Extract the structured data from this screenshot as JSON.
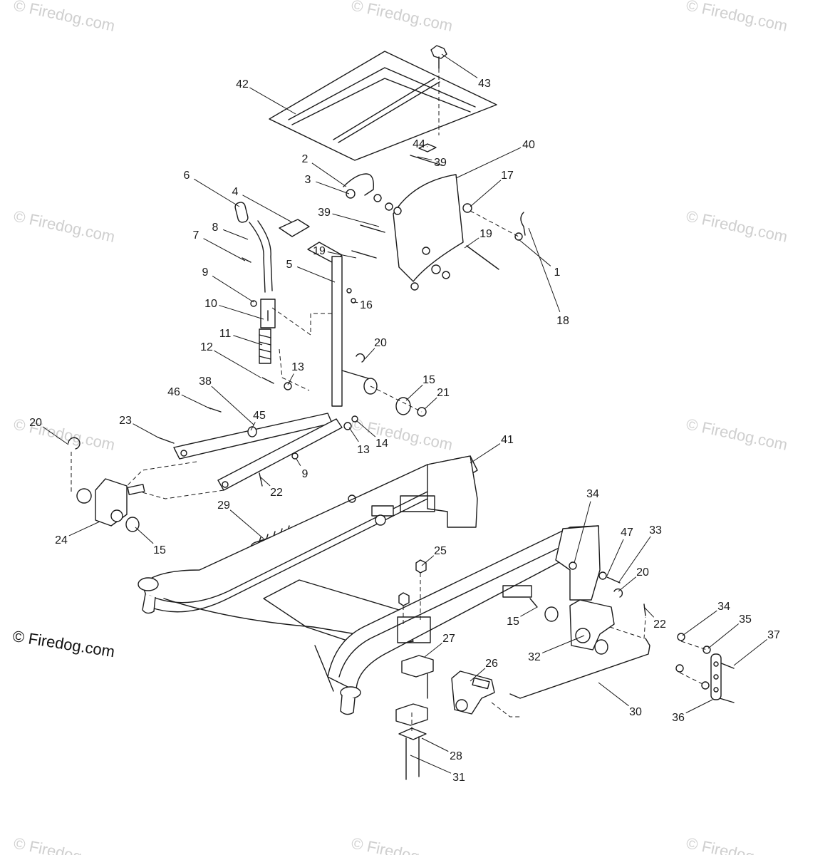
{
  "watermark": "© Firedog.com",
  "brand_text": "© Firedog.com",
  "callouts": [
    "42",
    "43",
    "44",
    "39",
    "40",
    "2",
    "3",
    "17",
    "39",
    "19",
    "1",
    "18",
    "6",
    "4",
    "8",
    "7",
    "5",
    "19",
    "16",
    "9",
    "10",
    "11",
    "20",
    "12",
    "13",
    "15",
    "21",
    "38",
    "46",
    "45",
    "23",
    "13",
    "14",
    "20",
    "41",
    "9",
    "22",
    "24",
    "15",
    "29",
    "34",
    "47",
    "33",
    "20",
    "25",
    "22",
    "34",
    "35",
    "37",
    "15",
    "32",
    "27",
    "26",
    "36",
    "30",
    "28",
    "31"
  ]
}
